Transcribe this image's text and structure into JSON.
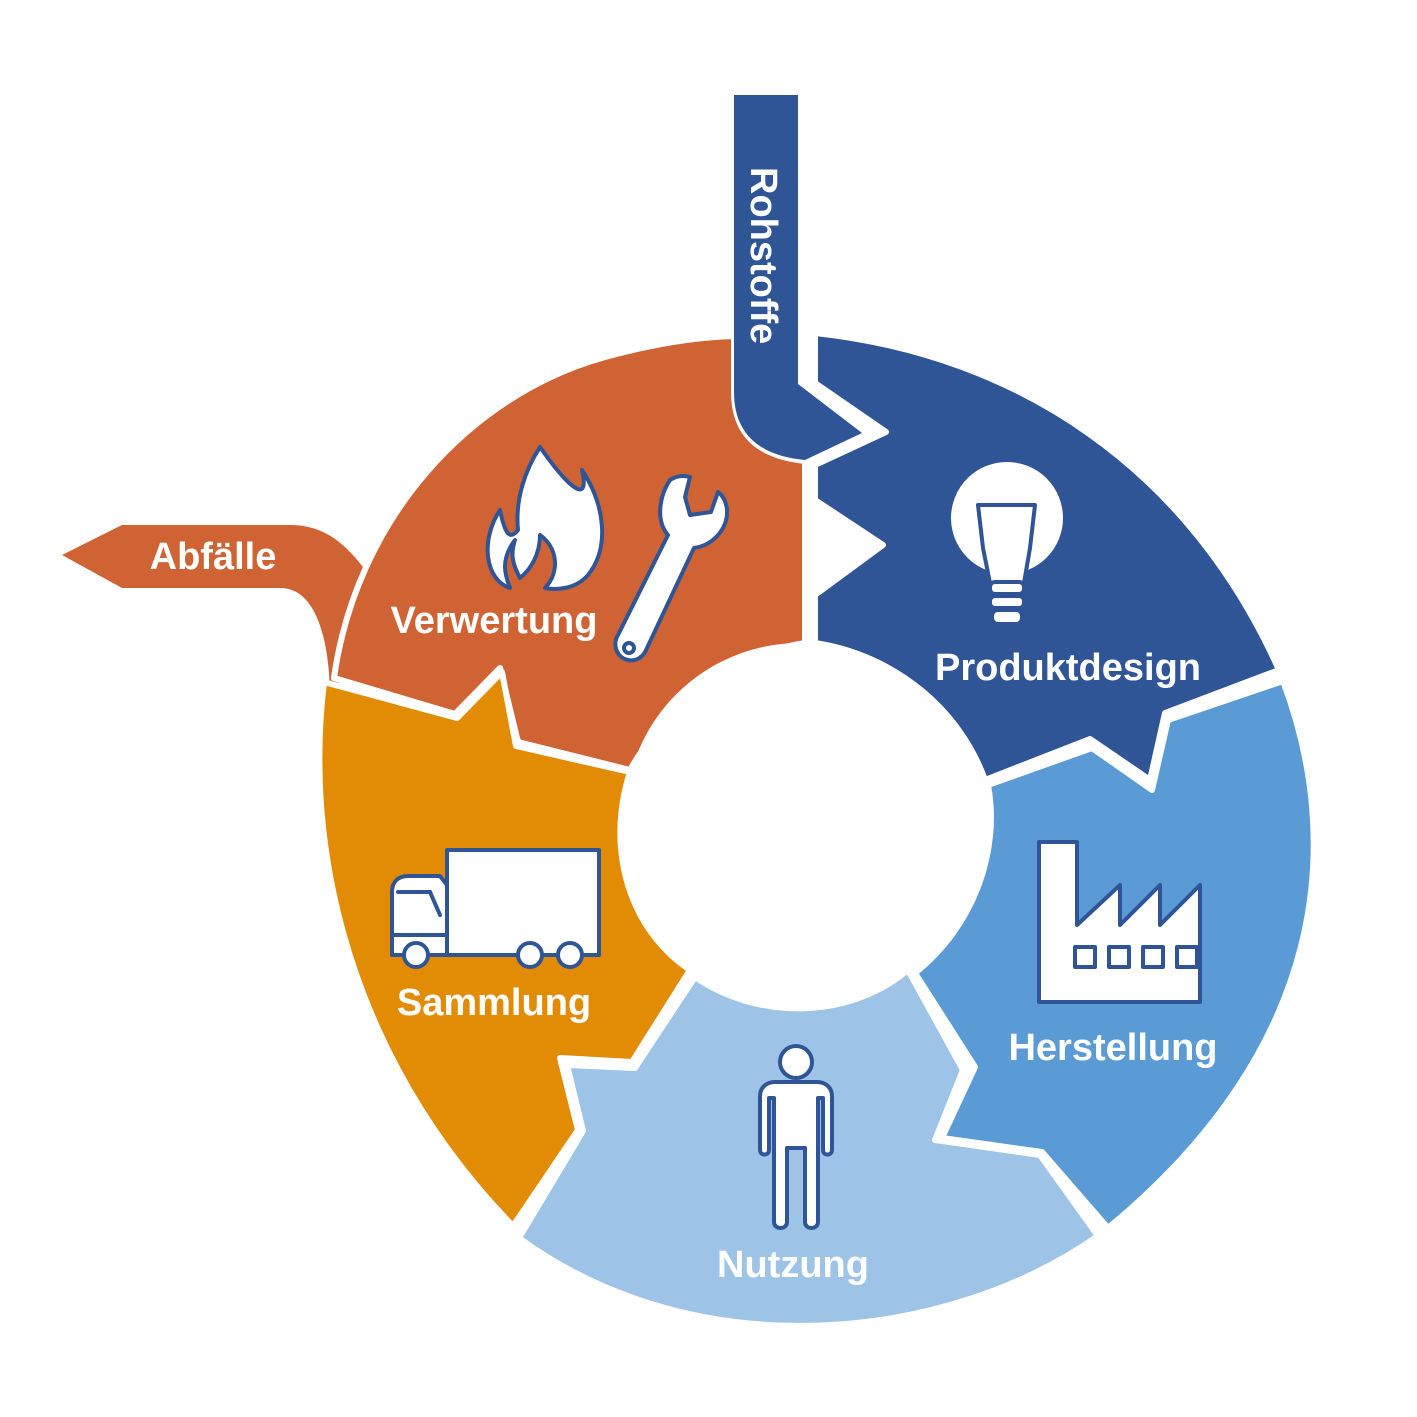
{
  "colors": {
    "produktdesign": "#2f5597",
    "herstellung": "#5b9bd5",
    "nutzung": "#9dc3e6",
    "sammlung": "#e28c05",
    "verwertung": "#d06333",
    "rohstoffe": "#2f5597",
    "abfaelle": "#d06333",
    "icon_outline": "#2f5597"
  },
  "inflow": {
    "label": "Rohstoffe"
  },
  "outflow": {
    "label": "Abfälle"
  },
  "segments": [
    {
      "label": "Produktdesign",
      "icon": "lightbulb-icon"
    },
    {
      "label": "Herstellung",
      "icon": "factory-icon"
    },
    {
      "label": "Nutzung",
      "icon": "person-icon"
    },
    {
      "label": "Sammlung",
      "icon": "truck-icon"
    },
    {
      "label": "Verwertung",
      "icon": "flame-icon, wrench-icon"
    }
  ]
}
